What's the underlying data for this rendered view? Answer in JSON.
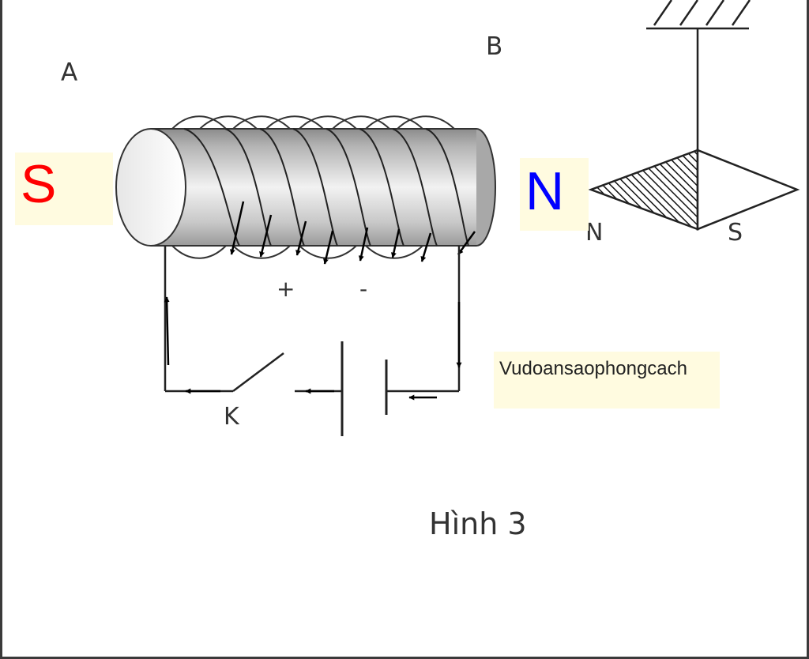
{
  "labels": {
    "a": "A",
    "b": "B",
    "plus": "+",
    "minus": "-",
    "switch": "K",
    "needle_n": "N",
    "needle_s": "S",
    "caption": "Hình 3"
  },
  "poles": {
    "left": "S",
    "right": "N"
  },
  "credit": "Vudoansaophongcach",
  "colors": {
    "left_pole": "#ff0000",
    "right_pole": "#0000ff",
    "highlight": "#fffbe0"
  }
}
